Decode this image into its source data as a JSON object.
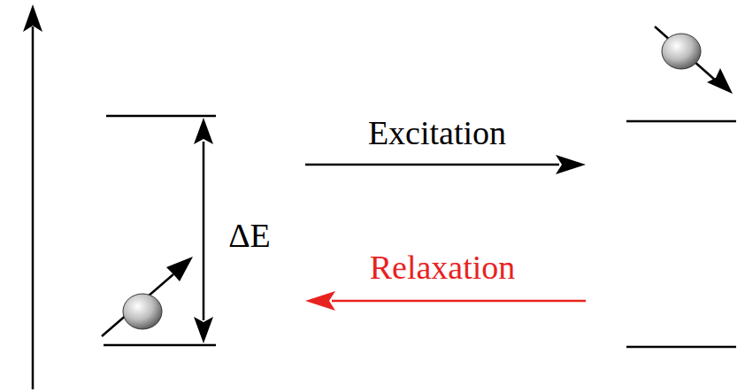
{
  "diagram": {
    "labels": [
      "ΔE",
      "Excitation",
      "Relaxation"
    ]
  }
}
